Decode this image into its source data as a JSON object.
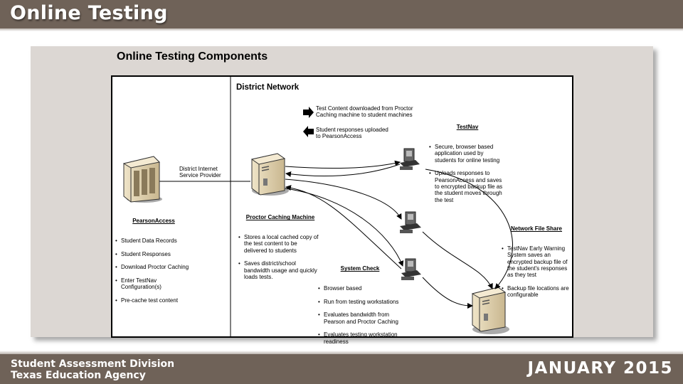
{
  "header": {
    "title": "Online Testing"
  },
  "diagram": {
    "heading": "Online Testing Components",
    "network_title": "District Network",
    "isp_label": "District Internet\nService Provider",
    "legend": {
      "download": "Test Content downloaded from Proctor\nCaching machine to student machines",
      "upload": "Student responses uploaded\nto PearsonAccess"
    },
    "pearson_access": {
      "title": "PearsonAccess",
      "items": [
        "Student Data Records",
        "Student Responses",
        "Download Proctor Caching",
        "Enter TestNav\nConfiguration(s)",
        "Pre-cache test content"
      ]
    },
    "proctor_caching": {
      "title": "Proctor Caching Machine",
      "items": [
        "Stores a local cached copy of\nthe test content to be\ndelivered to students",
        "Saves district/school\nbandwidth usage and quickly\nloads tests."
      ]
    },
    "testnav": {
      "title": "TestNav",
      "items": [
        "Secure, browser based\napplication used by\nstudents for online testing",
        "Uploads responses to\nPearsonAccess and saves\nto encrypted backup file as\nthe student moves through\nthe test"
      ]
    },
    "system_check": {
      "title": "System Check",
      "items": [
        "Browser based",
        "Run from testing workstations",
        "Evaluates bandwidth from\nPearson and Proctor Caching",
        "Evaluates testing workstation\nreadiness"
      ]
    },
    "network_file_share": {
      "title": "Network File Share",
      "items": [
        "TestNav Early Warning\nSystem saves an\nencrypted backup file of\nthe student's responses\nas they test",
        "Backup file locations are\nconfigurable"
      ]
    }
  },
  "footer": {
    "line1": "Student Assessment Division",
    "line2": "Texas Education Agency",
    "date": "JANUARY 2015"
  }
}
